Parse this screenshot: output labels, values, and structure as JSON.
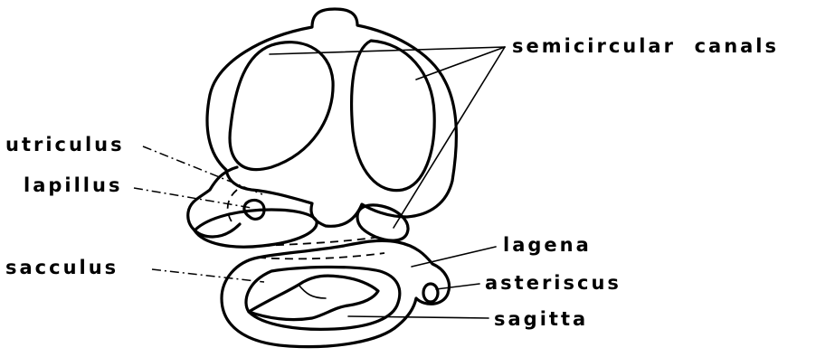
{
  "labels": {
    "semicircular_canals": "semicircular  canals",
    "utriculus": "utriculus",
    "lapillus": "lapillus",
    "sacculus": "sacculus",
    "lagena": "lagena",
    "asteriscus": "asteriscus",
    "sagitta": "sagitta"
  }
}
